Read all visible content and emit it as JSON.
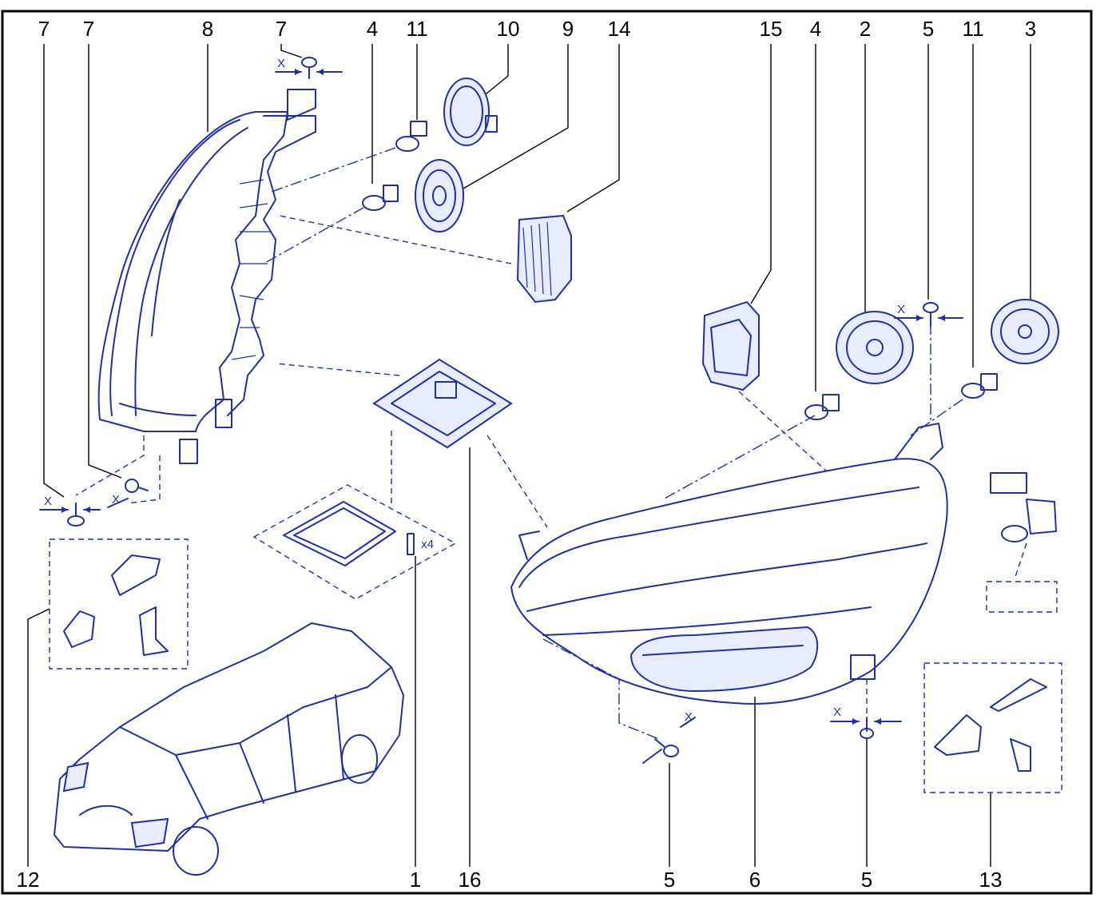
{
  "colors": {
    "line": "#1f2fa8",
    "text": "#000000",
    "frame": "#000000"
  },
  "callouts": {
    "top": [
      "7",
      "7",
      "8",
      "7",
      "4",
      "11",
      "10",
      "9",
      "14",
      "15",
      "4",
      "2",
      "5",
      "11",
      "3"
    ],
    "bottom": [
      "12",
      "1",
      "16",
      "5",
      "6",
      "5",
      "13"
    ]
  },
  "marks": {
    "x": "X",
    "qty_screws": "x4"
  }
}
